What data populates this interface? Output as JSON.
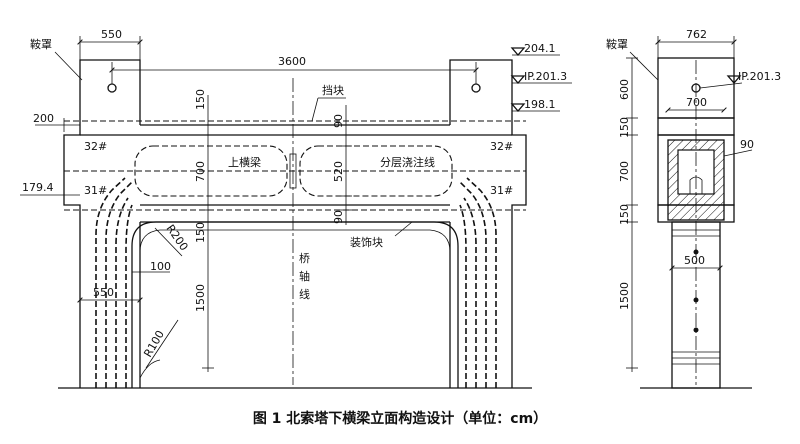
{
  "labels": {
    "saddle_cover_left": "鞍罩",
    "saddle_cover_right": "鞍罩",
    "stop_block": "挡块",
    "upper_beam": "上横梁",
    "pour_line": "分层浇注线",
    "decor_block": "装饰块",
    "bridge_axis": [
      "桥",
      "轴",
      "线"
    ],
    "rebar_32_left": "32#",
    "rebar_31_left": "31#",
    "rebar_32_right": "32#",
    "rebar_31_right": "31#"
  },
  "elevations": {
    "top": "204.1",
    "ip_left": "IP.201.3",
    "beam_top": "198.1",
    "ip_right": "IP.201.3"
  },
  "dimensions": {
    "saddle_width": "550",
    "span": "3600",
    "d200": "200",
    "d179_4": "179.4",
    "d150_top": "150",
    "d700": "700",
    "d150_mid": "150",
    "d1500": "1500",
    "d90_top": "90",
    "d520": "520",
    "d90_bot": "90",
    "r200": "R200",
    "d100": "100",
    "d550_bot": "550",
    "r100": "R100",
    "side_762": "762",
    "side_600": "600",
    "side_700_w": "700",
    "side_150_a": "150",
    "side_700_h": "700",
    "side_90": "90",
    "side_150_b": "150",
    "side_500": "500",
    "side_1500": "1500"
  },
  "caption": "图 1  北索塔下横梁立面构造设计（单位：cm）"
}
